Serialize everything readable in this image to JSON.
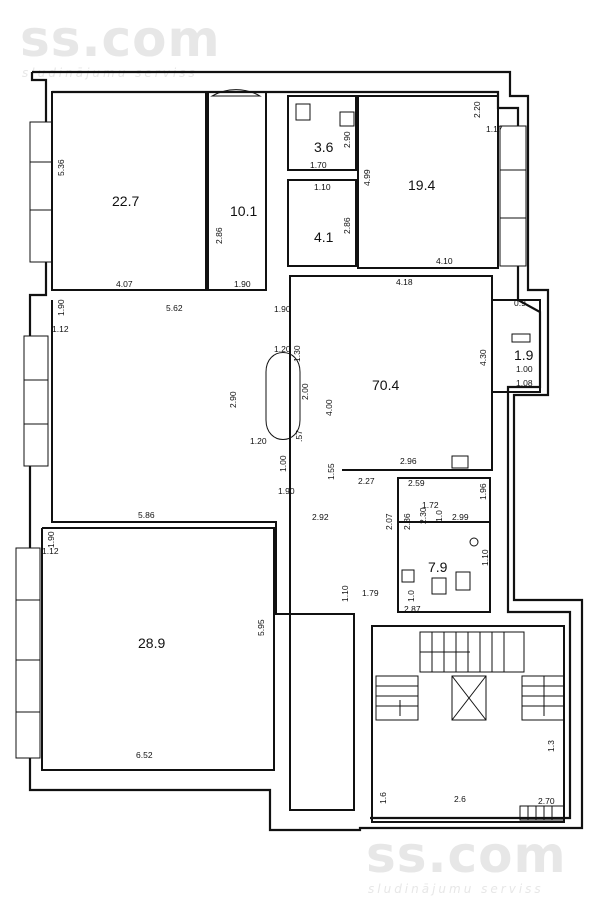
{
  "watermark": {
    "top_brand": "ss.com",
    "top_tagline": "sludinājumu serviss",
    "bottom_brand": "ss.com",
    "bottom_tagline": "sludinājumu serviss"
  },
  "rooms": {
    "room_22_7": "22.7",
    "room_10_1": "10.1",
    "room_3_6": "3.6",
    "room_4_1": "4.1",
    "room_19_4": "19.4",
    "room_70_4": "70.4",
    "room_1_9": "1.9",
    "room_28_9": "28.9",
    "room_7_9": "7.9"
  },
  "dims": {
    "d536": "5.36",
    "d407": "4.07",
    "d286a": "2.86",
    "d190a": "1.90",
    "d290a": "2.90",
    "d170": "1.70",
    "d110a": "1.10",
    "d286b": "2.86",
    "d499": "4.99",
    "d220": "2.20",
    "d117": "1.17",
    "d410": "4.10",
    "d418": "4.18",
    "d190b": "1.90",
    "d112a": "1.12",
    "d562": "5.62",
    "d190c": "1.90",
    "d09": "0.9",
    "d430": "4.30",
    "d100a": "1.00",
    "d108": "1.08",
    "d120a": "1.20",
    "d130": "1.30",
    "d290b": "2.90",
    "d200": "2.00",
    "d400": "4.00",
    "d120b": "1.20",
    "d57": ".57",
    "d100b": "1.00",
    "d155": "1.55",
    "d296": "2.96",
    "d227": "2.27",
    "d259": "2.59",
    "d196": "1.96",
    "d190d": "1.90",
    "d586": "5.86",
    "d292": "2.92",
    "d207": "2.07",
    "d286c": "2.86",
    "d172": "1.72",
    "d10a": "1.0",
    "d299": "2.99",
    "d230": "2.30",
    "d190e": "1.90",
    "d112b": "1.12",
    "d110b": "1.10",
    "d179": "1.79",
    "d110c": "1.10",
    "d10b": "1.0",
    "d287": "2.87",
    "d595": "5.95",
    "d652": "6.52",
    "d13": "1.3",
    "d16": "1.6",
    "d26": "2.6",
    "d270": "2.70"
  },
  "colors": {
    "wall": "#111111",
    "background": "#ffffff",
    "watermark": "#e7e7e7"
  }
}
